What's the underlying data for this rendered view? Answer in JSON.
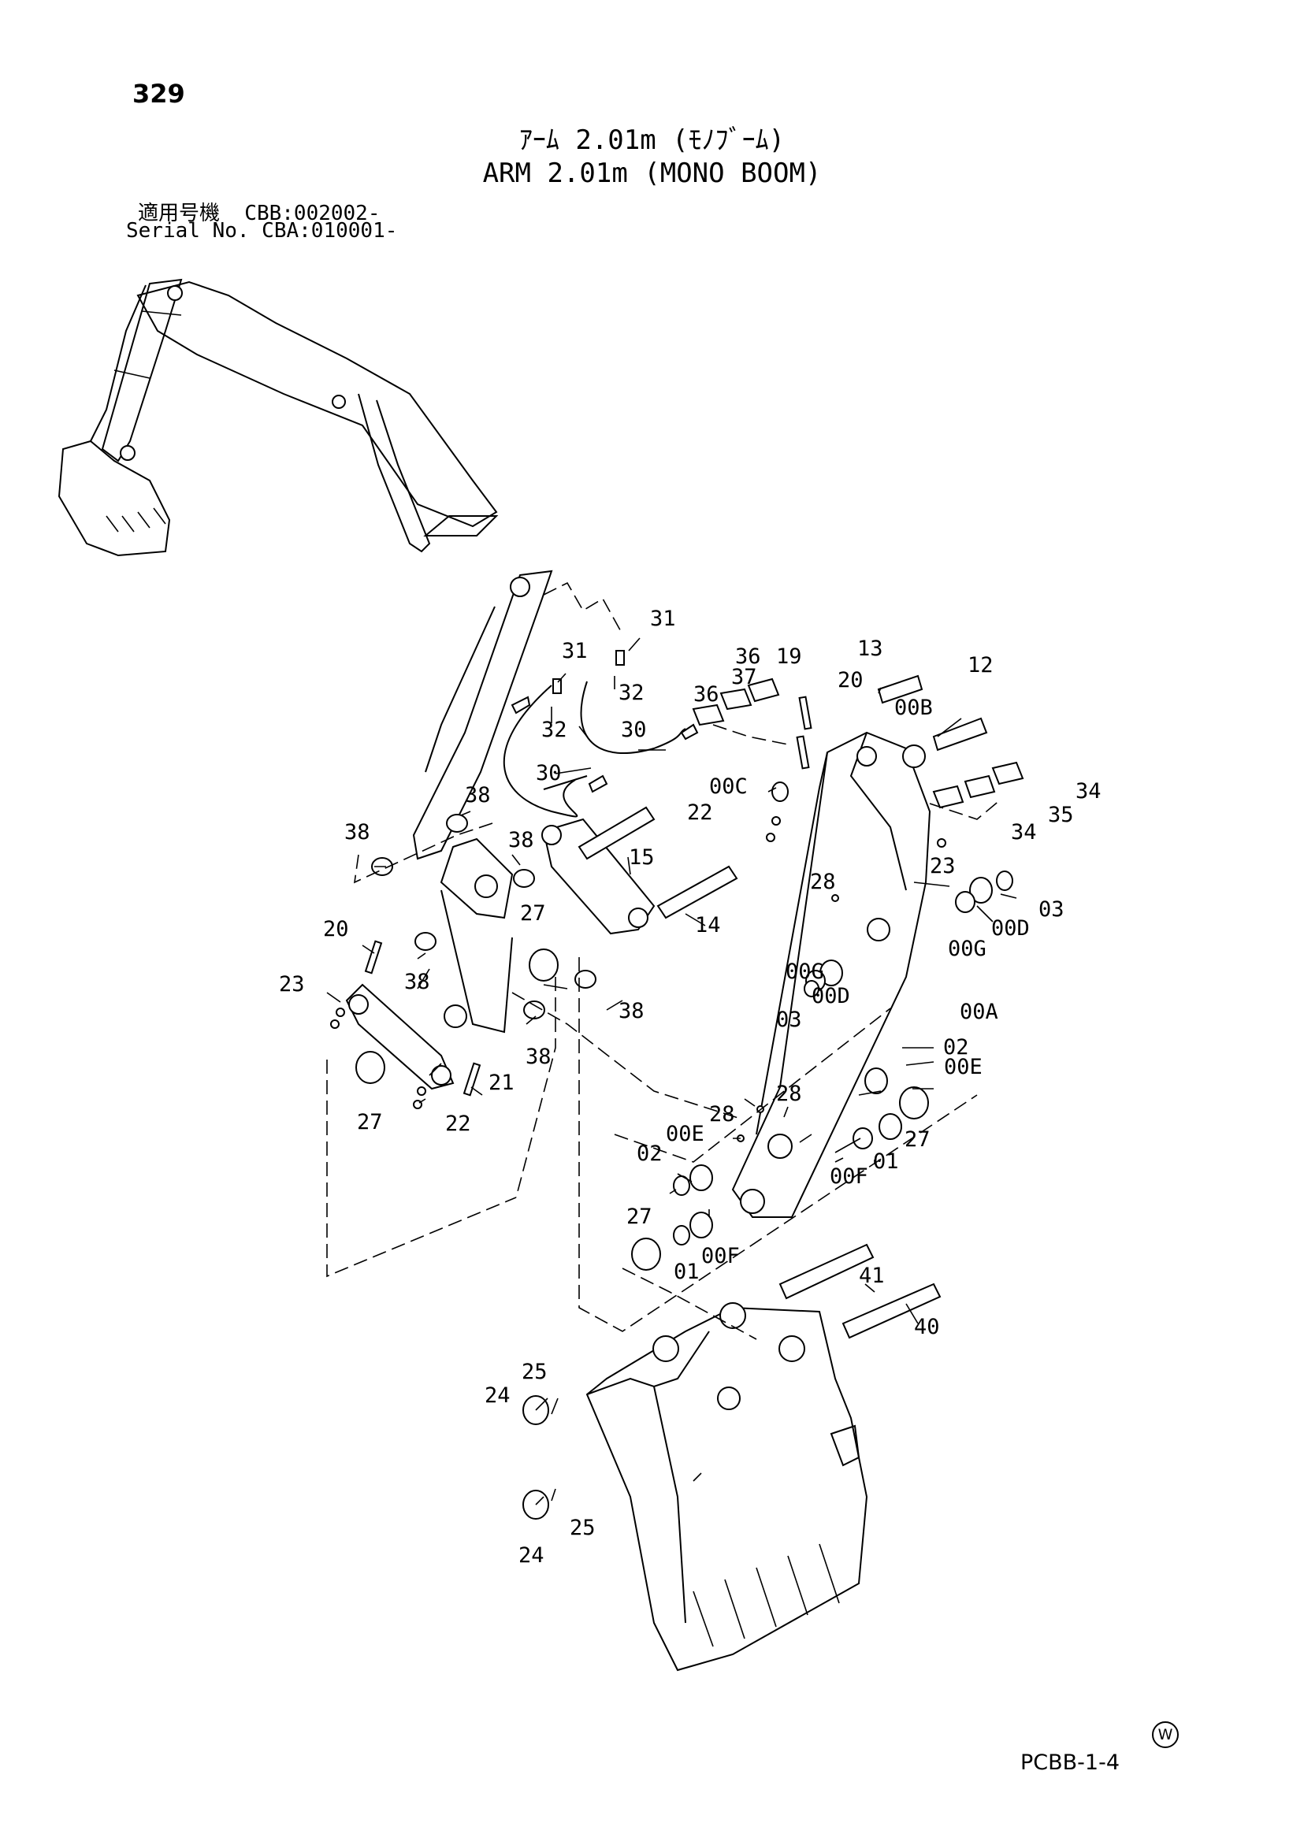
{
  "page_number": "329",
  "title_jp": "ｱｰﾑ 2.01m (ﾓﾉﾌﾞｰﾑ)",
  "title_en": "ARM 2.01m (MONO BOOM)",
  "serial_jp": "適用号機  CBB:002002-",
  "serial_en": "Serial No. CBA:010001-",
  "doc_code": "PCBB-1-4",
  "w_mark": "W",
  "callouts": [
    "31",
    "31",
    "32",
    "32",
    "30",
    "30",
    "38",
    "38",
    "38",
    "38",
    "38",
    "38",
    "15",
    "14",
    "20",
    "20",
    "23",
    "23",
    "21",
    "22",
    "22",
    "27",
    "27",
    "27",
    "27",
    "36",
    "36",
    "37",
    "19",
    "13",
    "12",
    "00B",
    "00C",
    "34",
    "34",
    "35",
    "03",
    "03",
    "00D",
    "00D",
    "00G",
    "00G",
    "28",
    "28",
    "28",
    "00A",
    "02",
    "02",
    "00E",
    "00E",
    "00F",
    "00F",
    "01",
    "01",
    "41",
    "40",
    "24",
    "24",
    "25",
    "25"
  ]
}
